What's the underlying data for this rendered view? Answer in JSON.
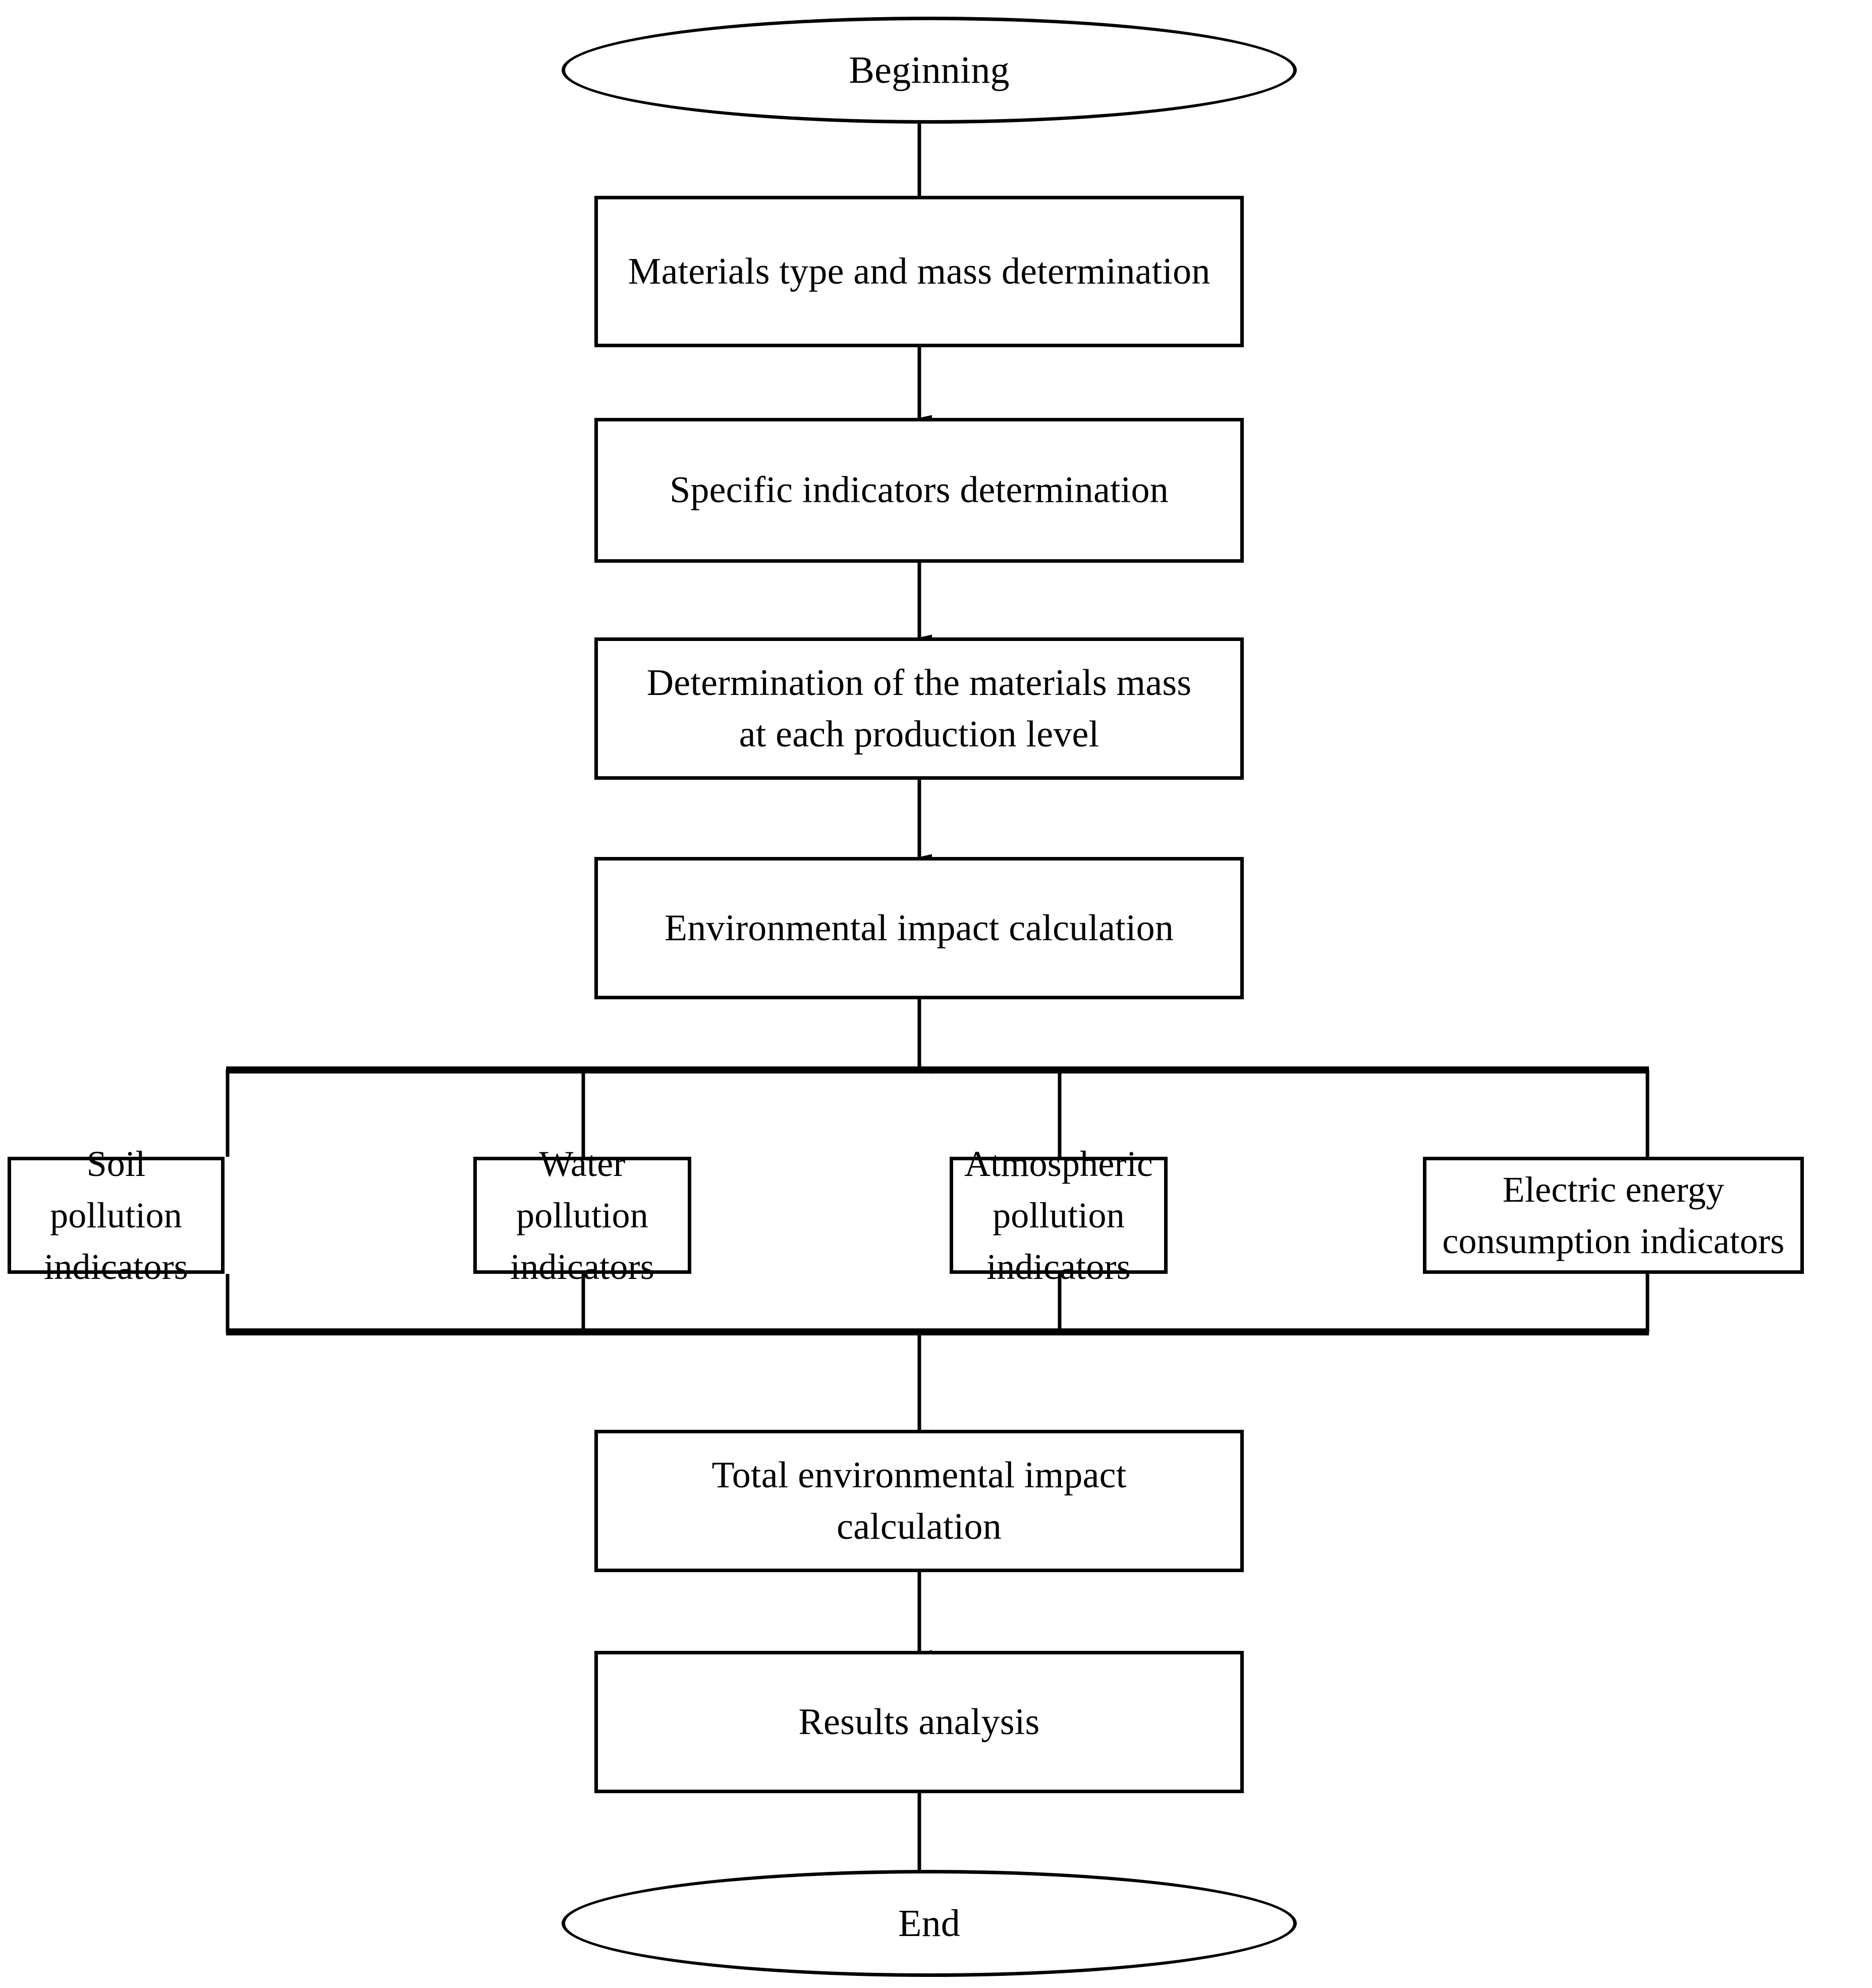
{
  "diagram": {
    "title": "Environmental impact assessment flowchart",
    "orientation": "top-to-bottom",
    "line_color": "#000000",
    "background_color": "#ffffff",
    "text_color": "#000000"
  },
  "nodes": {
    "start": {
      "label": "Beginning",
      "shape": "ellipse"
    },
    "step1": {
      "label": "Materials type and mass determination",
      "shape": "rectangle"
    },
    "step2": {
      "label": "Specific indicators determination",
      "shape": "rectangle"
    },
    "step3": {
      "label": "Determination of the materials mass\nat each production level",
      "shape": "rectangle"
    },
    "step4": {
      "label": "Environmental impact calculation",
      "shape": "rectangle"
    },
    "branch1": {
      "label": "Soil pollution indicators",
      "shape": "rectangle"
    },
    "branch2": {
      "label": "Water pollution\nindicators",
      "shape": "rectangle"
    },
    "branch3": {
      "label": "Atmospheric pollution\nindicators",
      "shape": "rectangle"
    },
    "branch4": {
      "label": "Electric energy\nconsumption indicators",
      "shape": "rectangle"
    },
    "step5": {
      "label": "Total environmental impact\ncalculation",
      "shape": "rectangle"
    },
    "step6": {
      "label": "Results analysis",
      "shape": "rectangle"
    },
    "end": {
      "label": "End",
      "shape": "ellipse"
    }
  },
  "edges": [
    {
      "from": "start",
      "to": "step1",
      "arrow": true
    },
    {
      "from": "step1",
      "to": "step2",
      "arrow": true
    },
    {
      "from": "step2",
      "to": "step3",
      "arrow": true
    },
    {
      "from": "step3",
      "to": "step4",
      "arrow": true
    },
    {
      "from": "step4",
      "to": "split-bus",
      "arrow": true
    },
    {
      "from": "split-bus",
      "to": "branch1",
      "arrow": false
    },
    {
      "from": "split-bus",
      "to": "branch2",
      "arrow": false
    },
    {
      "from": "split-bus",
      "to": "branch3",
      "arrow": false
    },
    {
      "from": "split-bus",
      "to": "branch4",
      "arrow": false
    },
    {
      "from": "branch1",
      "to": "merge-bus",
      "arrow": false
    },
    {
      "from": "branch2",
      "to": "merge-bus",
      "arrow": false
    },
    {
      "from": "branch3",
      "to": "merge-bus",
      "arrow": false
    },
    {
      "from": "branch4",
      "to": "merge-bus",
      "arrow": false
    },
    {
      "from": "merge-bus",
      "to": "step5",
      "arrow": true
    },
    {
      "from": "step5",
      "to": "step6",
      "arrow": true
    },
    {
      "from": "step6",
      "to": "end",
      "arrow": true
    }
  ]
}
